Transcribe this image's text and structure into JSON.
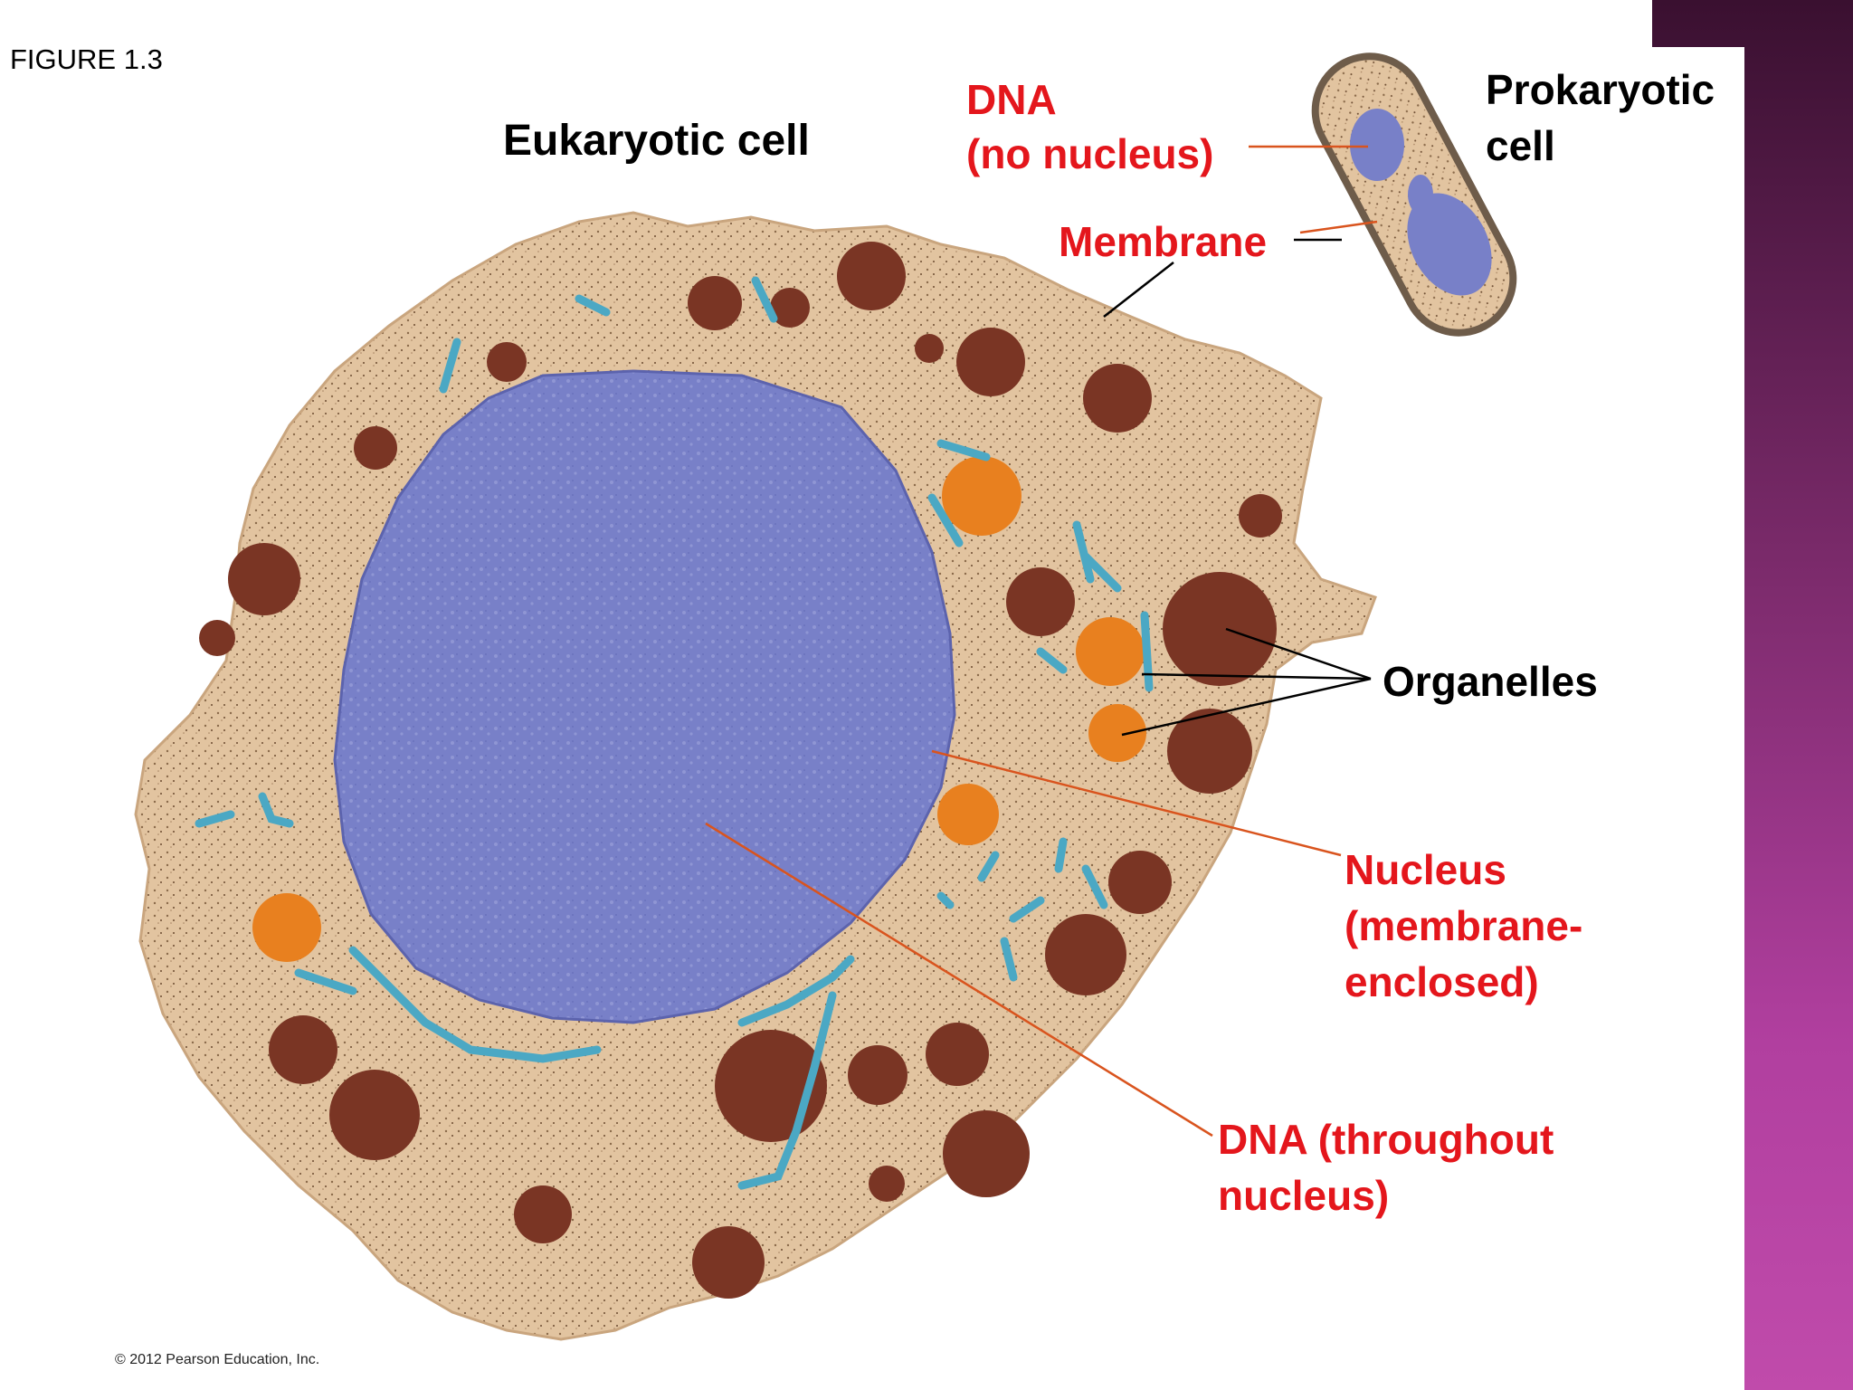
{
  "figure": {
    "title": "FIGURE 1.3",
    "copyright": "© 2012 Pearson Education, Inc."
  },
  "labels": {
    "eukaryotic_cell": "Eukaryotic cell",
    "prokaryotic_cell": [
      "Prokaryotic",
      "cell"
    ],
    "dna_no_nucleus": [
      "DNA",
      "(no nucleus)"
    ],
    "membrane": "Membrane",
    "organelles": "Organelles",
    "nucleus": [
      "Nucleus",
      "(membrane-",
      "enclosed)"
    ],
    "dna_throughout": [
      "DNA (throughout",
      "nucleus)"
    ]
  },
  "colors": {
    "red_label": "#e4161c",
    "cytoplasm": "#e2c4a0",
    "nucleus": "#7880c8",
    "organelle_brown": "#7a3524",
    "organelle_orange": "#e8801f",
    "er_teal": "#4ba8c4",
    "leader_orange": "#d9541e",
    "purple_band": "#9b3488"
  }
}
